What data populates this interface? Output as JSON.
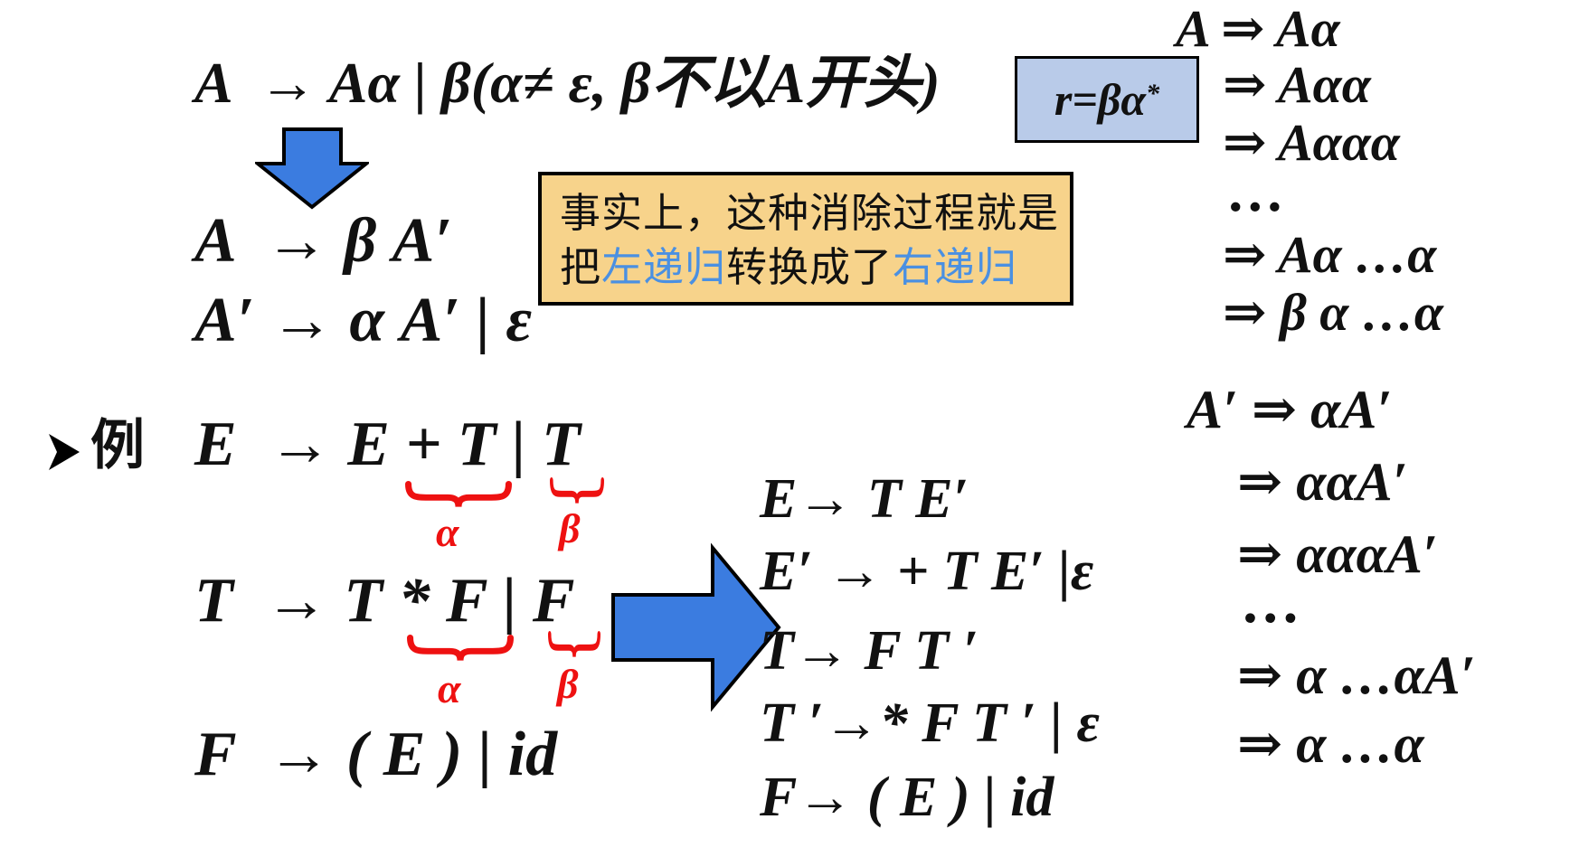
{
  "slide": {
    "top_left": {
      "original_rule": "A  → Aα | β(α≠ ε, β不以A开头)",
      "transformed_rules": [
        "A  → β A′",
        "A′ → α A′ | ε"
      ]
    },
    "regex_box": {
      "base": "r=βα",
      "sup": "*"
    },
    "note_box": {
      "line1": "事实上，这种消除过程就是",
      "line2_prefix": "把",
      "line2_blue1": "左递归",
      "line2_mid": "转换成了",
      "line2_blue2": "右递归"
    },
    "derivation_A": [
      "A ⇒ Aα",
      "⇒ Aαα",
      "⇒ Aααα",
      "…",
      "⇒ Aα …α",
      "⇒ β α …α"
    ],
    "example": {
      "label": "例",
      "left_grammar": [
        "E  → E + T | T",
        "T  → T * F | F",
        "F  → ( E ) | id"
      ],
      "annotations": [
        "α",
        "β",
        "α",
        "β"
      ],
      "right_grammar": [
        "E→ T E′",
        "E′ → + T E′ |ε",
        "T→ F T ′",
        "T ′→* F T ′ | ε",
        "F→ ( E ) | id"
      ]
    },
    "derivation_Aprime": [
      "A′ ⇒ αA′",
      "⇒ ααA′",
      "⇒ αααA′",
      "…",
      "⇒ α …αA′",
      "⇒ α …α"
    ],
    "colors": {
      "box_blue": "#b9cbe9",
      "box_orange": "#f7d38b",
      "arrow_blue": "#3b7ce0",
      "accent_red": "#ee1111",
      "accent_blue_text": "#4a90e2"
    }
  }
}
